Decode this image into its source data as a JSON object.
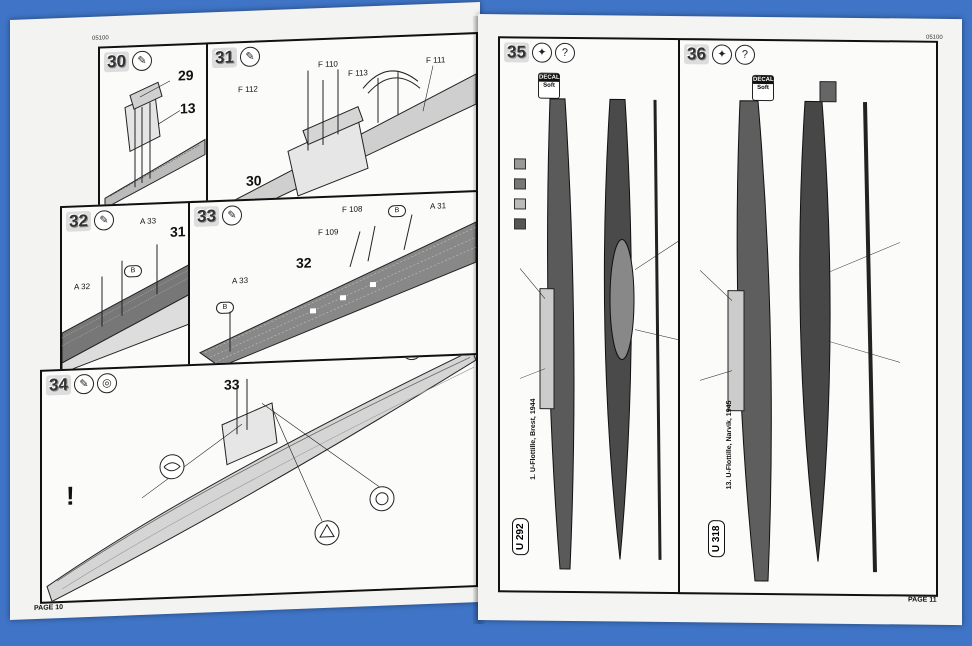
{
  "left_page": {
    "code": "05100",
    "footer": "PAGE 10",
    "steps": [
      {
        "num": "30",
        "parts": [
          "29",
          "13"
        ]
      },
      {
        "num": "31",
        "parts": [
          "30"
        ],
        "refs": [
          "F 112",
          "F 110",
          "F 113",
          "F 111"
        ]
      },
      {
        "num": "32",
        "parts": [
          "31"
        ],
        "refs": [
          "A 33",
          "A 32",
          "B"
        ]
      },
      {
        "num": "33",
        "parts": [
          "32"
        ],
        "refs": [
          "F 108",
          "B",
          "A 31",
          "F 109",
          "A 33",
          "B"
        ]
      },
      {
        "num": "34",
        "parts": [
          "33"
        ],
        "marks": [
          "!",
          "!"
        ]
      }
    ]
  },
  "right_page": {
    "code": "05100",
    "footer": "PAGE 11",
    "steps": [
      {
        "num": "35",
        "decal": {
          "top": "DECAL",
          "bottom": "Soft"
        },
        "boat": "U 292",
        "caption": "1. U-Flottille, Brest, 1944"
      },
      {
        "num": "36",
        "decal": {
          "top": "DECAL",
          "bottom": "Soft"
        },
        "boat": "U 318",
        "caption": "13. U-Flottille, Narvik, 1945"
      }
    ]
  },
  "colors": {
    "background": "#3f74c6",
    "paper": "#f3f3f1",
    "ink": "#111111",
    "hull": "#5a5a5a"
  }
}
